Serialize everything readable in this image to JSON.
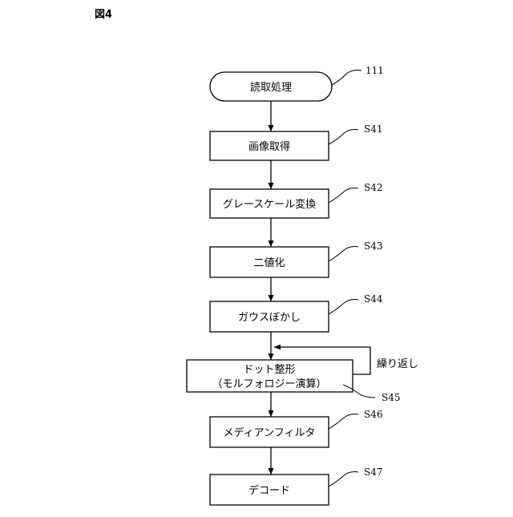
{
  "figure_label": "図4",
  "nodes": {
    "start": {
      "label": "読取処理",
      "ref": "111"
    },
    "s41": {
      "label": "画像取得",
      "ref": "S41"
    },
    "s42": {
      "label": "グレースケール変換",
      "ref": "S42"
    },
    "s43": {
      "label": "二値化",
      "ref": "S43"
    },
    "s44": {
      "label": "ガウスぼかし",
      "ref": "S44"
    },
    "s45": {
      "label_line1": "ドット整形",
      "label_line2": "（モルフォロジー演算）",
      "ref": "S45"
    },
    "s46": {
      "label": "メディアンフィルタ",
      "ref": "S46"
    },
    "s47": {
      "label": "デコード",
      "ref": "S47"
    }
  },
  "loop_label": "繰り返し"
}
